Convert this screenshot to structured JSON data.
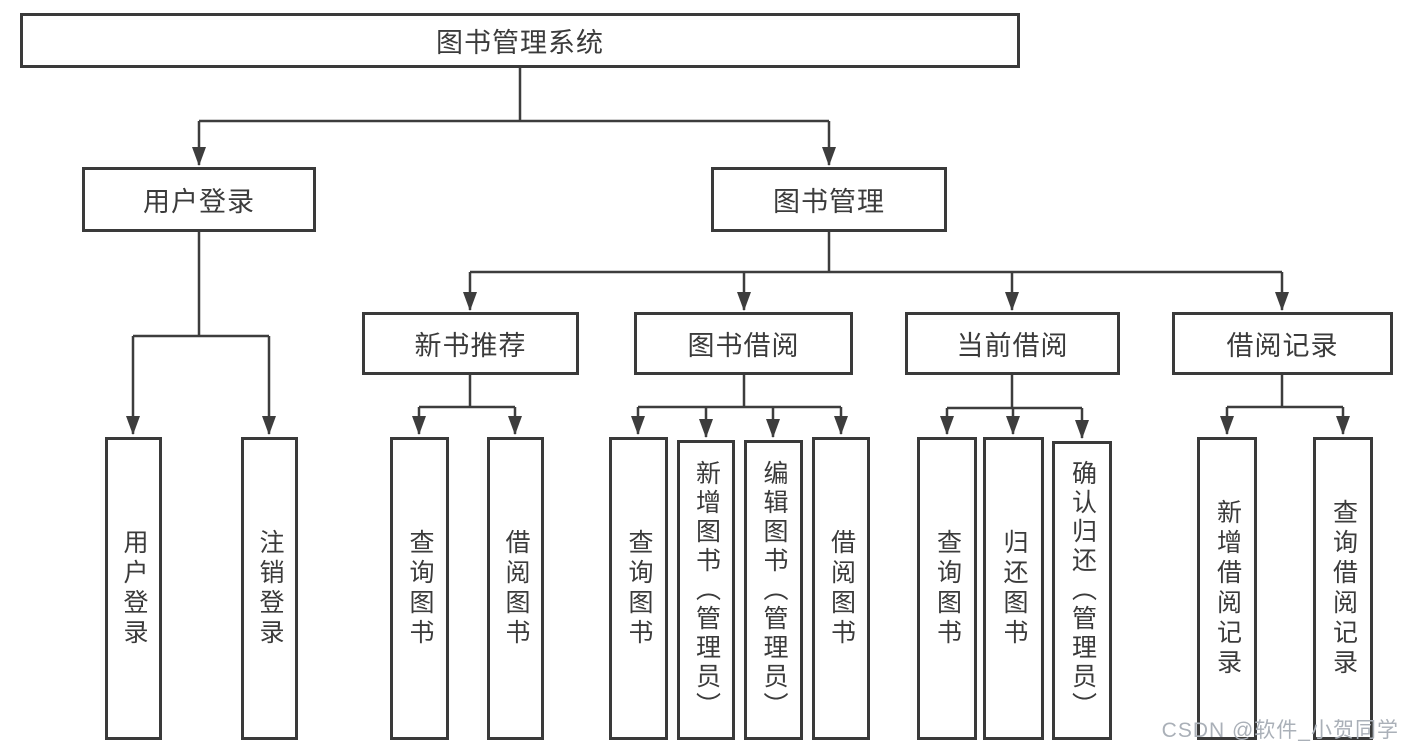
{
  "diagram_title": "图书管理系统",
  "tree": {
    "label": "图书管理系统",
    "children": [
      {
        "label": "用户登录",
        "children": [
          {
            "label": "用户登录"
          },
          {
            "label": "注销登录"
          }
        ]
      },
      {
        "label": "图书管理",
        "children": [
          {
            "label": "新书推荐",
            "children": [
              {
                "label": "查询图书"
              },
              {
                "label": "借阅图书"
              }
            ]
          },
          {
            "label": "图书借阅",
            "children": [
              {
                "label": "查询图书"
              },
              {
                "label": "新增图书（管理员）"
              },
              {
                "label": "编辑图书（管理员）"
              },
              {
                "label": "借阅图书"
              }
            ]
          },
          {
            "label": "当前借阅",
            "children": [
              {
                "label": "查询图书"
              },
              {
                "label": "归还图书"
              },
              {
                "label": "确认归还（管理员）"
              }
            ]
          },
          {
            "label": "借阅记录",
            "children": [
              {
                "label": "新增借阅记录"
              },
              {
                "label": "查询借阅记录"
              }
            ]
          }
        ]
      }
    ]
  },
  "watermark": "CSDN @软件_小贺同学",
  "colors": {
    "line": "#3d3d3d",
    "box_border": "#3a3a3a",
    "text": "#3b3b3b",
    "watermark": "#aab0b8",
    "background": "#ffffff"
  }
}
